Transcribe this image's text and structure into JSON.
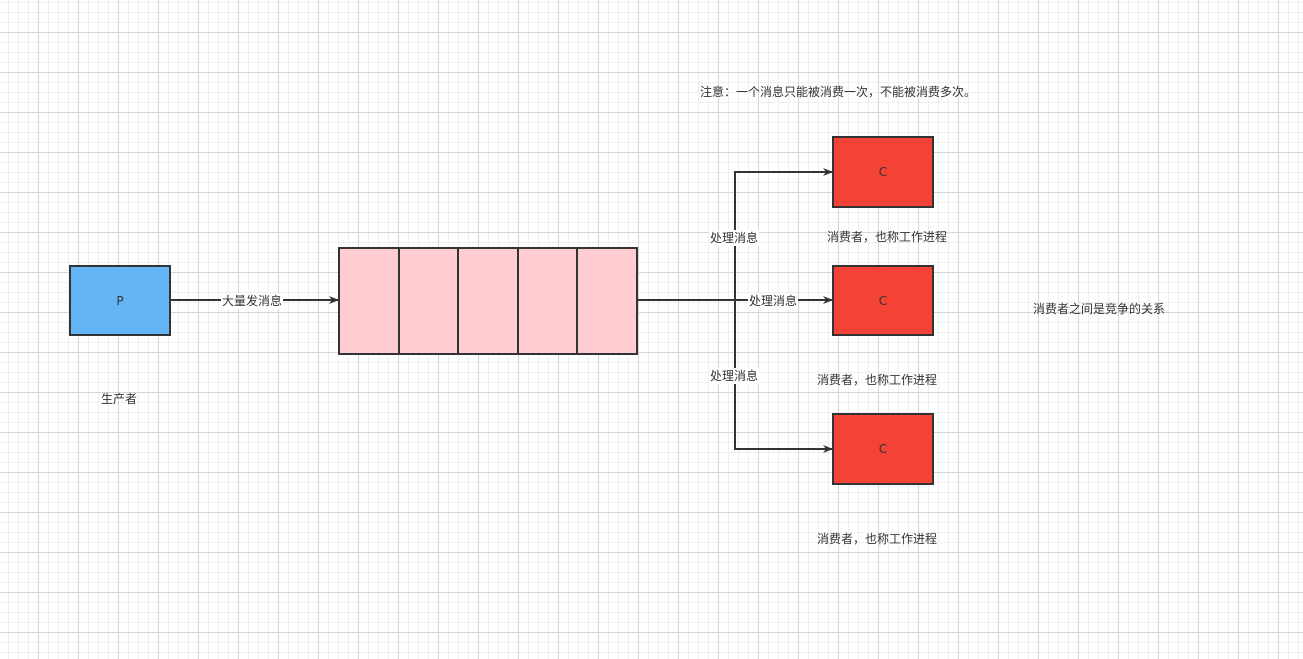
{
  "diagram": {
    "note": "注意：一个消息只能被消费一次，不能被消费多次。",
    "competition_note": "消费者之间是竞争的关系",
    "producer": {
      "text": "P",
      "caption": "生产者",
      "fill": "#64b5f6"
    },
    "queue": {
      "slot_count": 5,
      "fill": "#ffccd2"
    },
    "consumers": [
      {
        "text": "C",
        "caption": "消费者，也称工作进程",
        "fill": "#f44336"
      },
      {
        "text": "C",
        "caption": "消费者，也称工作进程",
        "fill": "#f44336"
      },
      {
        "text": "C",
        "caption": "消费者，也称工作进程",
        "fill": "#f44336"
      }
    ],
    "edges": {
      "producer_to_queue": "大量发消息",
      "queue_to_consumer_top": "处理消息",
      "queue_to_consumer_middle": "处理消息",
      "queue_to_consumer_bottom": "处理消息"
    },
    "colors": {
      "line": "#333333",
      "background": "#ffffff",
      "grid": "#d6d6d6"
    }
  }
}
